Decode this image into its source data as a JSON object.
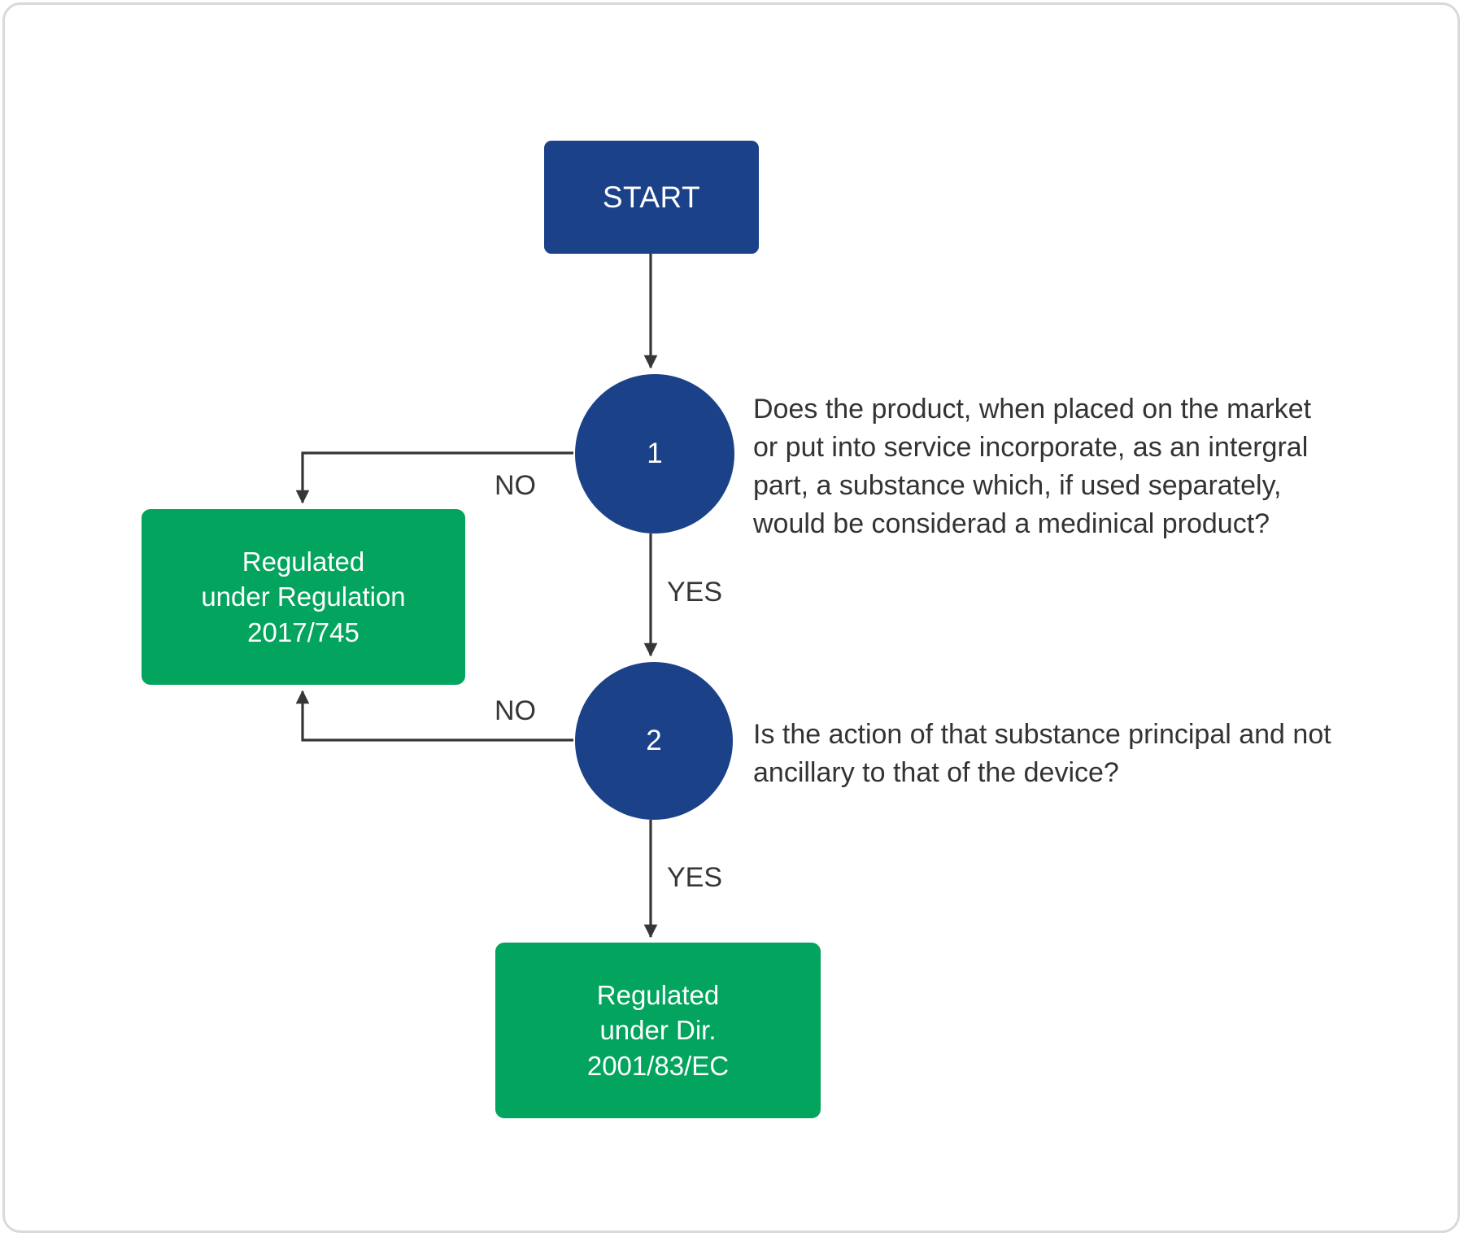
{
  "diagram": {
    "title": "Medical device / medicinal product classification decision flowchart",
    "colors": {
      "node_blue": "#1b4289",
      "node_green": "#03a45d",
      "connector": "#363636",
      "frame": "#d9d9d9",
      "text_dark": "#333333",
      "text_light": "#ffffff"
    },
    "nodes": {
      "start": {
        "label": "START"
      },
      "decision_1": {
        "label": "1"
      },
      "decision_2": {
        "label": "2"
      },
      "outcome_mdr": {
        "label": "Regulated\nunder Regulation\n2017/745"
      },
      "outcome_dir": {
        "label": "Regulated\nunder Dir.\n2001/83/EC"
      }
    },
    "questions": {
      "q1": "Does the product, when placed on the market or put into service incorporate, as an intergral part, a substance which, if used separately, would be considerad a medinical product?",
      "q2": "Is the action of that substance principal and not ancillary to that of the device?"
    },
    "edges": {
      "start_to_1": {
        "label": ""
      },
      "one_no": {
        "label": "NO"
      },
      "one_yes": {
        "label": "YES"
      },
      "two_no": {
        "label": "NO"
      },
      "two_yes": {
        "label": "YES"
      }
    }
  }
}
